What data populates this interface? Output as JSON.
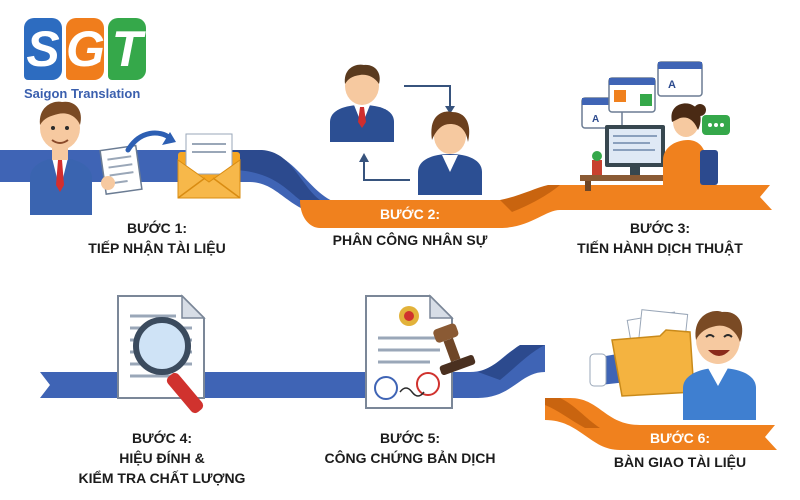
{
  "brand": {
    "letters": [
      "S",
      "G",
      "T"
    ],
    "subtitle": "Saigon Translation",
    "colors": [
      "#2d6cc0",
      "#f07d1c",
      "#35a84a"
    ]
  },
  "colors": {
    "blue_ribbon": "#3f64b5",
    "blue_ribbon_dark": "#2c4a8e",
    "orange_ribbon": "#f0811e",
    "orange_ribbon_dark": "#c9640f"
  },
  "steps": [
    {
      "title": "BƯỚC 1:",
      "lines": [
        "TIẾP NHẬN TÀI LIỆU"
      ],
      "icon": "receive-document-icon"
    },
    {
      "title": "BƯỚC 2:",
      "lines": [
        "PHÂN CÔNG NHÂN SỰ"
      ],
      "icon": "assign-staff-icon"
    },
    {
      "title": "BƯỚC 3:",
      "lines": [
        "TIẾN HÀNH DỊCH THUẬT"
      ],
      "icon": "translator-at-computer-icon"
    },
    {
      "title": "BƯỚC 4:",
      "lines": [
        "HIỆU ĐÍNH &",
        "KIỂM TRA CHẤT LƯỢNG"
      ],
      "icon": "magnifier-document-icon"
    },
    {
      "title": "BƯỚC 5:",
      "lines": [
        "CÔNG CHỨNG BẢN DỊCH"
      ],
      "icon": "notarized-document-stamp-icon"
    },
    {
      "title": "BƯỚC 6:",
      "lines": [
        "BÀN GIAO TÀI LIỆU"
      ],
      "icon": "deliver-folder-icon"
    }
  ]
}
